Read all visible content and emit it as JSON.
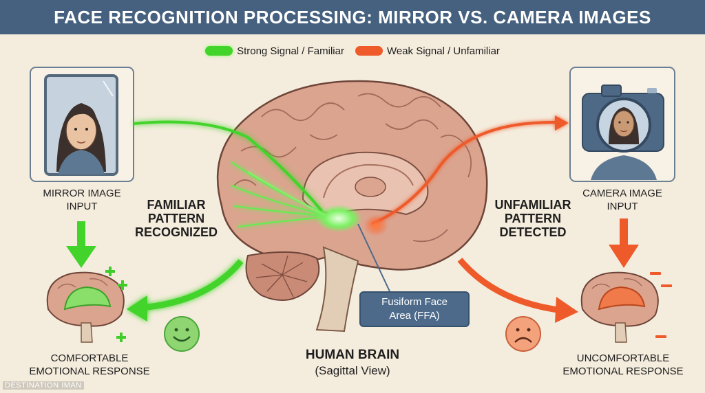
{
  "title": "FACE RECOGNITION PROCESSING: MIRROR VS. CAMERA IMAGES",
  "legend": {
    "strong": "Strong Signal / Familiar",
    "weak": "Weak Signal / Unfamiliar",
    "strong_color": "#43d42b",
    "weak_color": "#ee5a2a"
  },
  "left": {
    "input_label": "MIRROR IMAGE\nINPUT",
    "pattern_label": "FAMILIAR\nPATTERN\nRECOGNIZED",
    "response_label": "COMFORTABLE\nEMOTIONAL RESPONSE",
    "signs": [
      "+",
      "+",
      "+"
    ]
  },
  "right": {
    "input_label": "CAMERA IMAGE\nINPUT",
    "pattern_label": "UNFAMILIAR\nPATTERN\nDETECTED",
    "response_label": "UNCOMFORTABLE\nEMOTIONAL RESPONSE",
    "signs": [
      "−",
      "−",
      "−"
    ]
  },
  "center": {
    "ffa_label": "Fusiform Face\nArea (FFA)",
    "brain_title": "HUMAN BRAIN",
    "brain_subtitle": "(Sagittal View)"
  },
  "watermark": "DESTINATION IMAN"
}
